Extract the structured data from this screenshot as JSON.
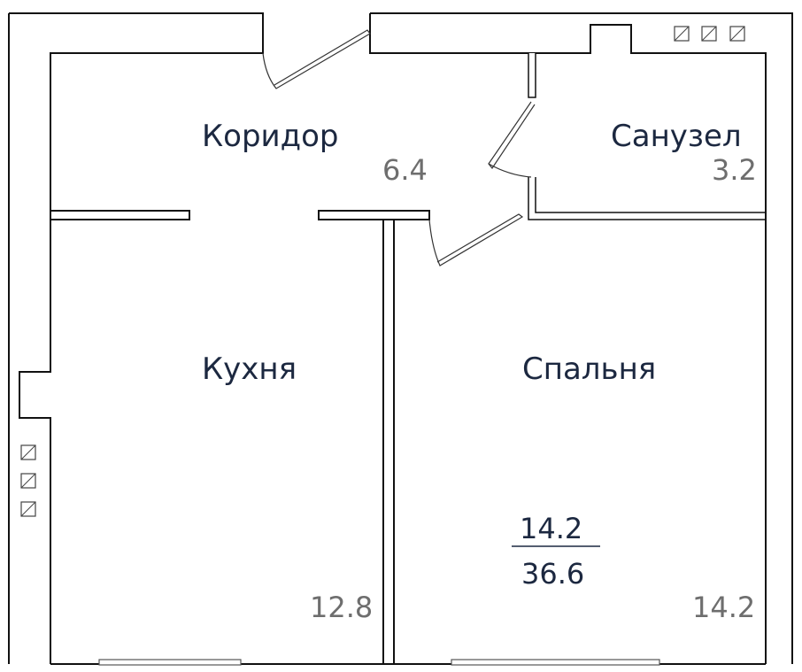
{
  "rooms": {
    "corridor": {
      "name": "Коридор",
      "area": "6.4"
    },
    "bathroom": {
      "name": "Санузел",
      "area": "3.2"
    },
    "kitchen": {
      "name": "Кухня",
      "area": "12.8"
    },
    "bedroom": {
      "name": "Спальня",
      "area": "14.2"
    }
  },
  "summary": {
    "living_area": "14.2",
    "total_area": "36.6"
  },
  "colors": {
    "label": "#1c2840",
    "area": "#6e6e6e",
    "wall": "#111111"
  }
}
